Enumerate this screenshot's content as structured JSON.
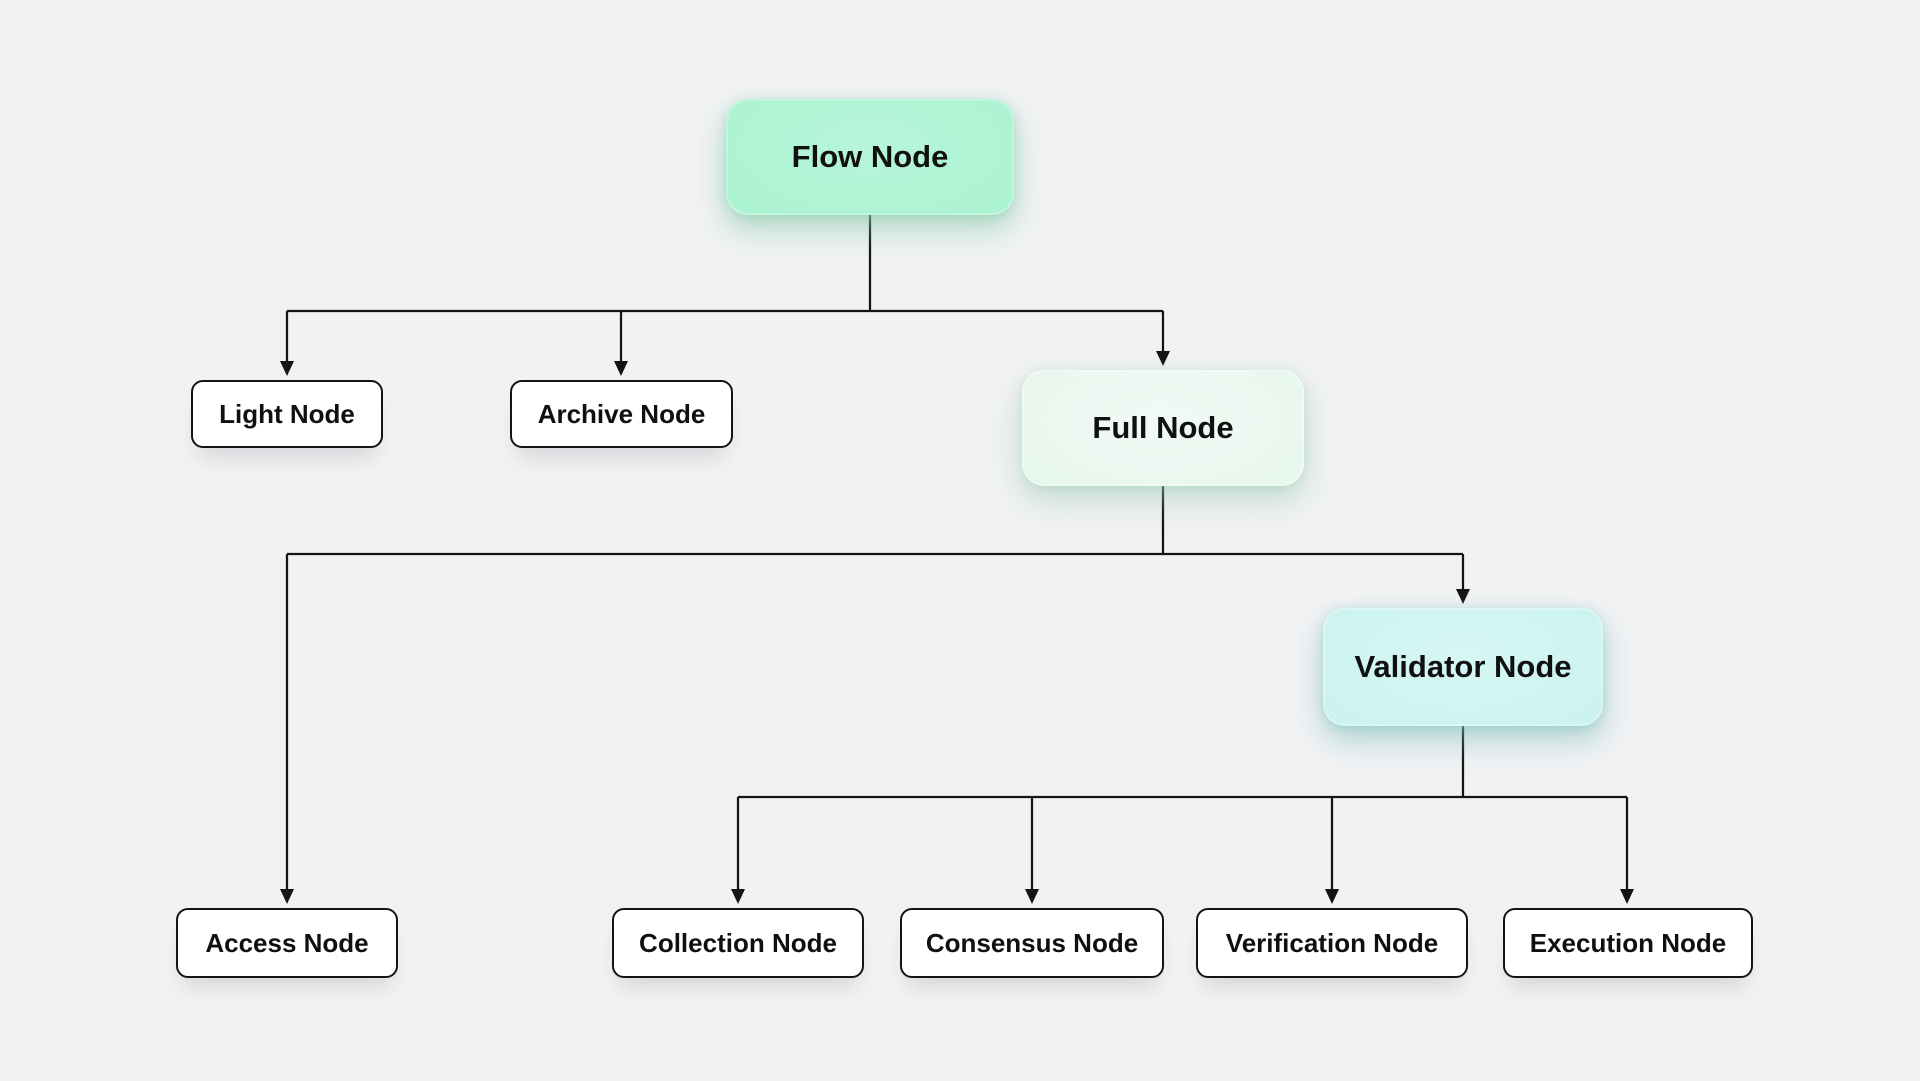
{
  "diagram": {
    "background_color": "#f1f2f4",
    "line_color": "#141414",
    "text_color": "#101010",
    "nodes": {
      "flow": {
        "label": "Flow Node",
        "fill": "#a7f2cf",
        "style": "accent-mint"
      },
      "light": {
        "label": "Light Node",
        "fill": "#ffffff",
        "style": "outlined"
      },
      "archive": {
        "label": "Archive Node",
        "fill": "#ffffff",
        "style": "outlined"
      },
      "full": {
        "label": "Full Node",
        "fill": "#e3f5ea",
        "style": "accent-pale-green"
      },
      "validator": {
        "label": "Validator Node",
        "fill": "#c6f1ee",
        "style": "accent-cyan"
      },
      "access": {
        "label": "Access Node",
        "fill": "#ffffff",
        "style": "outlined"
      },
      "collection": {
        "label": "Collection Node",
        "fill": "#ffffff",
        "style": "outlined"
      },
      "consensus": {
        "label": "Consensus Node",
        "fill": "#ffffff",
        "style": "outlined"
      },
      "verification": {
        "label": "Verification Node",
        "fill": "#ffffff",
        "style": "outlined"
      },
      "execution": {
        "label": "Execution Node",
        "fill": "#ffffff",
        "style": "outlined"
      }
    },
    "edges": [
      {
        "from": "Flow Node",
        "to": "Light Node"
      },
      {
        "from": "Flow Node",
        "to": "Archive Node"
      },
      {
        "from": "Flow Node",
        "to": "Full Node"
      },
      {
        "from": "Full Node",
        "to": "Access Node"
      },
      {
        "from": "Full Node",
        "to": "Validator Node"
      },
      {
        "from": "Validator Node",
        "to": "Collection Node"
      },
      {
        "from": "Validator Node",
        "to": "Consensus Node"
      },
      {
        "from": "Validator Node",
        "to": "Verification Node"
      },
      {
        "from": "Validator Node",
        "to": "Execution Node"
      }
    ]
  }
}
